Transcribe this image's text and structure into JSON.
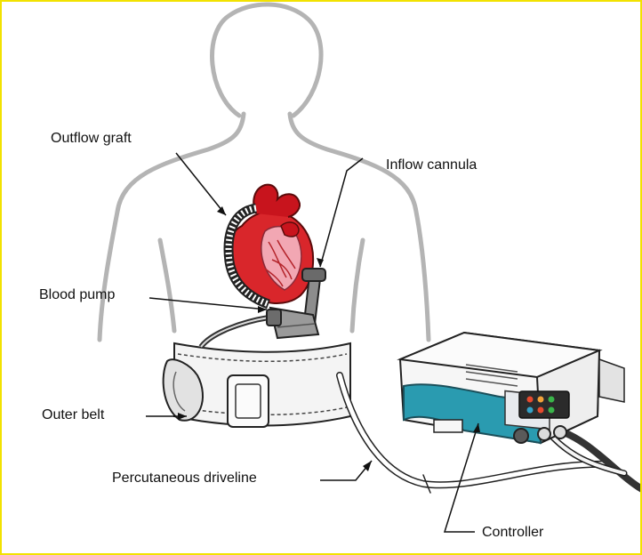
{
  "labels": {
    "outflow_graft": "Outflow graft",
    "inflow_cannula": "Inflow cannula",
    "blood_pump": "Blood pump",
    "outer_belt": "Outer belt",
    "percutaneous_driveline": "Percutaneous driveline",
    "controller": "Controller"
  },
  "colors": {
    "body_outline": "#b4b4b4",
    "heart": "#d9262b",
    "heart_light": "#f2a7b3",
    "device_teal": "#2a9bb0",
    "frame": "#f2e200"
  }
}
